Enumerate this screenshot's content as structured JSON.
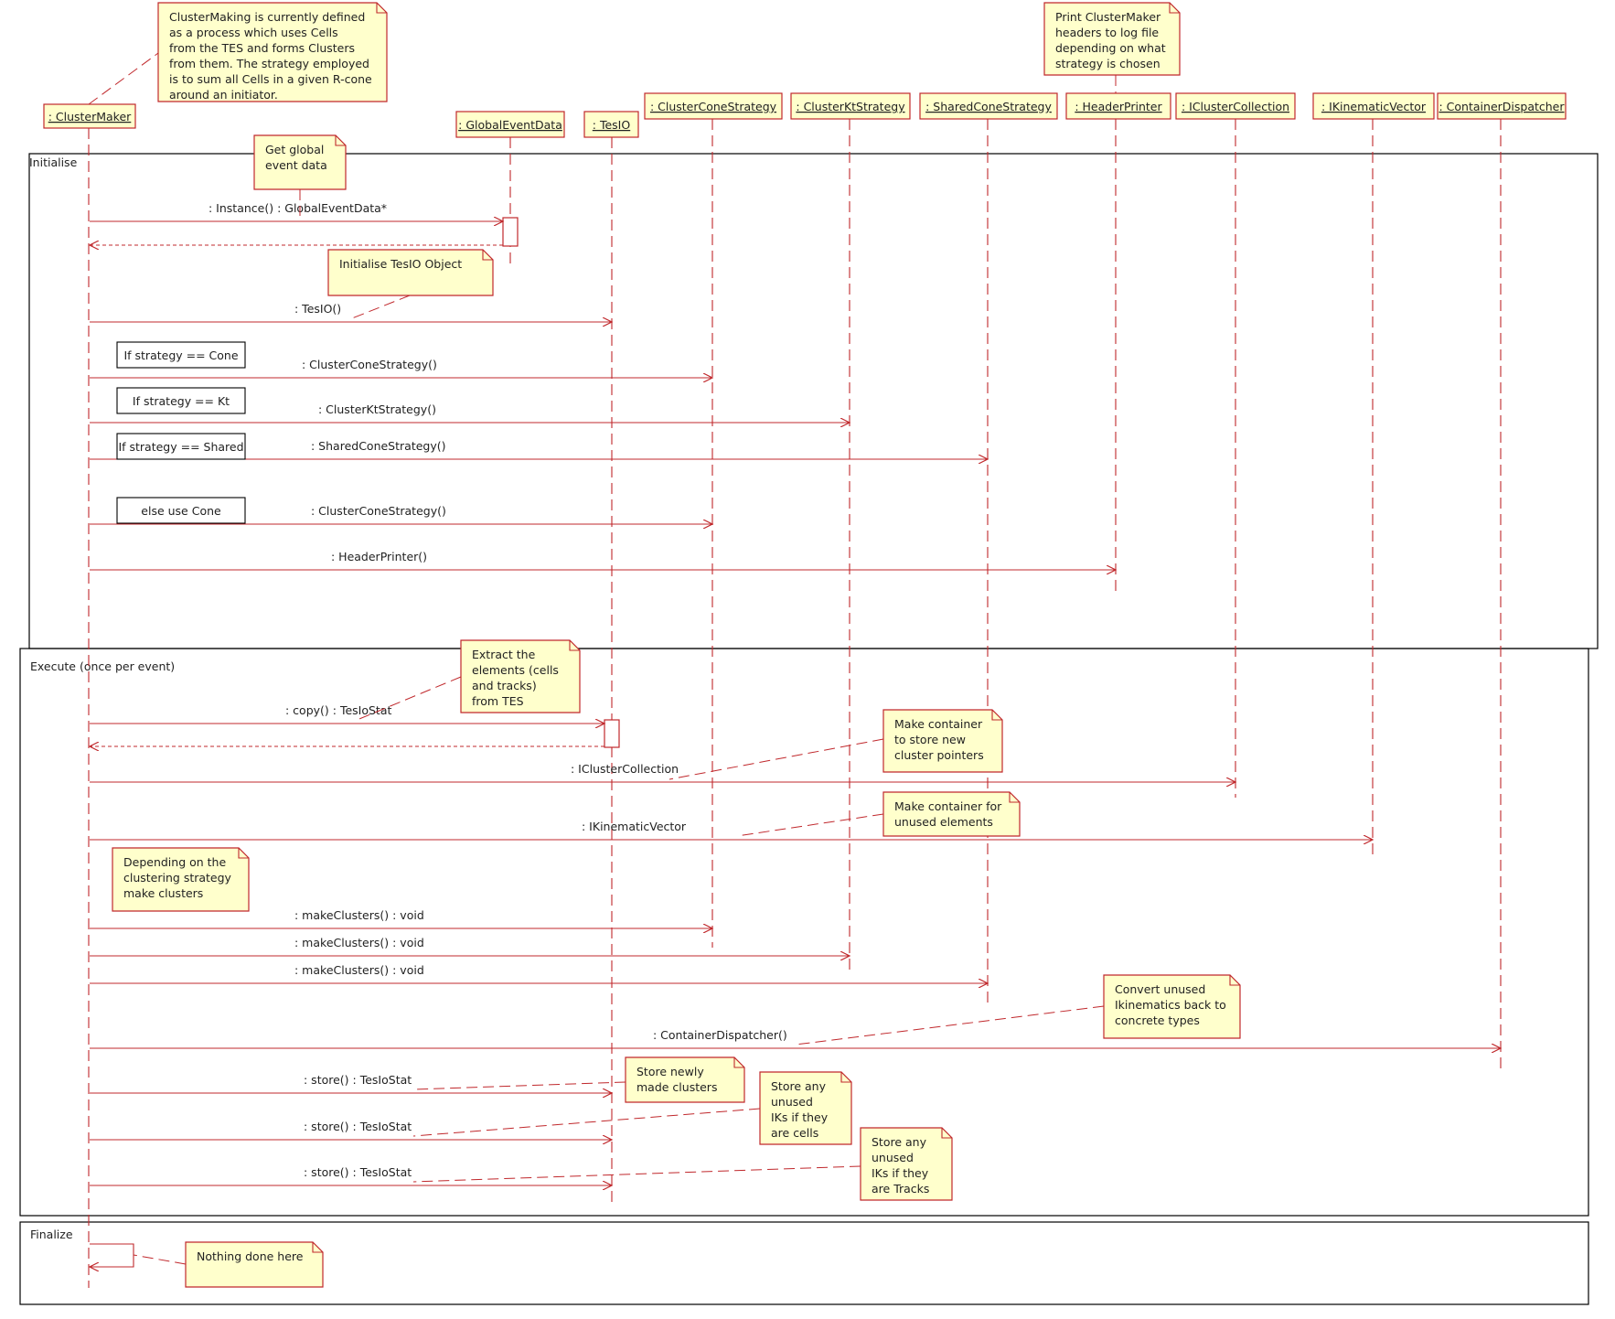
{
  "colors": {
    "line": "#c0282c",
    "note_fill": "#ffffcc",
    "note_border": "#c0282c",
    "text": "#222222",
    "frame": "#000000"
  },
  "lifelines": [
    {
      "id": "cm",
      "label": ": ClusterMaker"
    },
    {
      "id": "ged",
      "label": ": GlobalEventData"
    },
    {
      "id": "tes",
      "label": ": TesIO"
    },
    {
      "id": "ccs",
      "label": ": ClusterConeStrategy"
    },
    {
      "id": "cks",
      "label": ": ClusterKtStrategy"
    },
    {
      "id": "scs",
      "label": ": SharedConeStrategy"
    },
    {
      "id": "hp",
      "label": ": HeaderPrinter"
    },
    {
      "id": "icc",
      "label": ": IClusterCollection"
    },
    {
      "id": "ikv",
      "label": ": IKinematicVector"
    },
    {
      "id": "cd",
      "label": ": ContainerDispatcher"
    }
  ],
  "frames": [
    {
      "id": "init",
      "label": "Initialise"
    },
    {
      "id": "exec",
      "label": "Execute (once per event)"
    },
    {
      "id": "fin",
      "label": "Finalize"
    }
  ],
  "conditions": [
    {
      "id": "c1",
      "label": "If strategy == Cone"
    },
    {
      "id": "c2",
      "label": "If strategy == Kt"
    },
    {
      "id": "c3",
      "label": "If strategy == Shared"
    },
    {
      "id": "c4",
      "label": "else use Cone"
    }
  ],
  "messages": [
    {
      "id": "m1",
      "label": ": Instance() : GlobalEventData*"
    },
    {
      "id": "m2",
      "label": ": TesIO()"
    },
    {
      "id": "m3",
      "label": ": ClusterConeStrategy()"
    },
    {
      "id": "m4",
      "label": ": ClusterKtStrategy()"
    },
    {
      "id": "m5",
      "label": ": SharedConeStrategy()"
    },
    {
      "id": "m6",
      "label": ": ClusterConeStrategy()"
    },
    {
      "id": "m7",
      "label": ": HeaderPrinter()"
    },
    {
      "id": "m8",
      "label": ": copy() : TesIoStat"
    },
    {
      "id": "m9",
      "label": ": IClusterCollection"
    },
    {
      "id": "m10",
      "label": ": IKinematicVector"
    },
    {
      "id": "m11",
      "label": ": makeClusters() : void"
    },
    {
      "id": "m12",
      "label": ": makeClusters() : void"
    },
    {
      "id": "m13",
      "label": ": makeClusters() : void"
    },
    {
      "id": "m14",
      "label": ": ContainerDispatcher()"
    },
    {
      "id": "m15",
      "label": ": store() : TesIoStat"
    },
    {
      "id": "m16",
      "label": ": store() : TesIoStat"
    },
    {
      "id": "m17",
      "label": ": store() : TesIoStat"
    }
  ],
  "notes": [
    {
      "id": "n1",
      "lines": [
        "ClusterMaking is currently defined",
        "as a process which uses Cells",
        "from the TES and forms Clusters",
        "from them. The strategy employed",
        "is to sum all Cells in a given R-cone",
        "around an initiator."
      ]
    },
    {
      "id": "n2",
      "lines": [
        "Print ClusterMaker",
        "headers to log file",
        "depending on what",
        "strategy is chosen"
      ]
    },
    {
      "id": "n3",
      "lines": [
        "Get global",
        "event data"
      ]
    },
    {
      "id": "n4",
      "lines": [
        "Initialise TesIO Object"
      ]
    },
    {
      "id": "n5",
      "lines": [
        "Extract the",
        "elements (cells",
        "and tracks)",
        "from TES"
      ]
    },
    {
      "id": "n6",
      "lines": [
        "Make container",
        "to store new",
        "cluster pointers"
      ]
    },
    {
      "id": "n7",
      "lines": [
        "Make container for",
        "unused elements"
      ]
    },
    {
      "id": "n8",
      "lines": [
        "Depending on the",
        "clustering strategy",
        "make clusters"
      ]
    },
    {
      "id": "n9",
      "lines": [
        "Convert unused",
        "Ikinematics back to",
        "concrete types"
      ]
    },
    {
      "id": "n10",
      "lines": [
        "Store newly",
        "made clusters"
      ]
    },
    {
      "id": "n11",
      "lines": [
        "Store any",
        "unused",
        "IKs if they",
        "are cells"
      ]
    },
    {
      "id": "n12",
      "lines": [
        "Store any",
        "unused",
        "IKs if they",
        "are Tracks"
      ]
    },
    {
      "id": "n13",
      "lines": [
        "Nothing done here"
      ]
    }
  ]
}
